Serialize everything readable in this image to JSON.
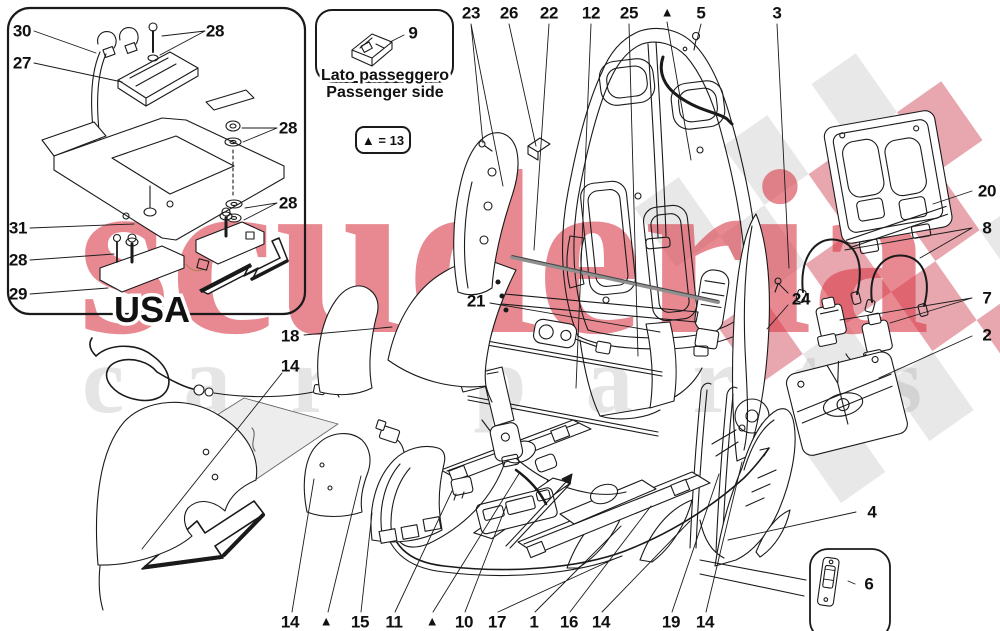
{
  "page": {
    "background": "#ffffff",
    "line_color": "#1a1a1a"
  },
  "watermark": {
    "brand": "scuderia",
    "subtitle": "car parts",
    "brand_color": "#d93a48",
    "checker_red": "#cd4050",
    "checker_gray": "#bbbbbb"
  },
  "insets": {
    "usa": {
      "label": "USA",
      "callouts": [
        "30",
        "27",
        "28",
        "28",
        "28",
        "31",
        "28",
        "29"
      ]
    },
    "passenger": {
      "part_label": "9",
      "line1": "Lato passeggero",
      "line2": "Passenger side"
    },
    "legend": {
      "text": "▲ = 13"
    }
  },
  "callouts": {
    "top": [
      "23",
      "26",
      "22",
      "12",
      "25",
      "▲",
      "5",
      "3"
    ],
    "right": [
      "20",
      "8",
      "24",
      "7",
      "2",
      "4",
      "6"
    ],
    "mid": [
      "21",
      "18",
      "14"
    ],
    "bottom": [
      "14",
      "▲",
      "15",
      "11",
      "▲",
      "10",
      "17",
      "1",
      "16",
      "14",
      "19",
      "14"
    ]
  }
}
